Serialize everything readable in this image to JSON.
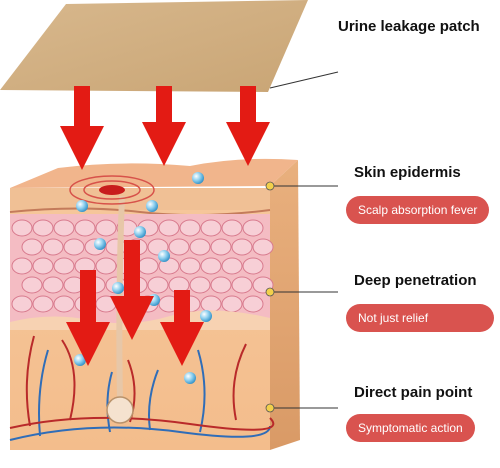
{
  "colors": {
    "pill": "#d9534f",
    "arrow": "#e31b14",
    "leader_dot": "#f2d04b"
  },
  "labels": [
    {
      "title": "Urine leakage patch",
      "tag": ""
    },
    {
      "title": "Skin epidermis",
      "tag": "Scalp absorption fever"
    },
    {
      "title": "Deep penetration",
      "tag": "Not just relief"
    },
    {
      "title": "Direct pain point",
      "tag": "Symptomatic action"
    }
  ]
}
